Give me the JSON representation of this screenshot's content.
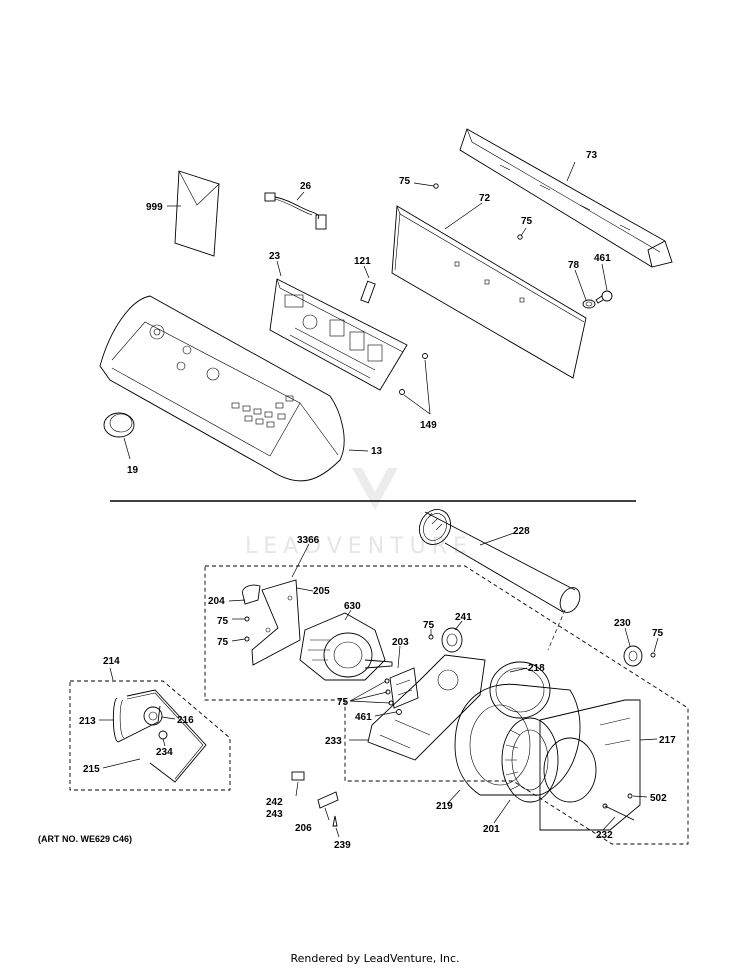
{
  "labels": {
    "p73": "73",
    "p75a": "75",
    "p72": "72",
    "p75b": "75",
    "p26": "26",
    "p999": "999",
    "p23": "23",
    "p121": "121",
    "p78": "78",
    "p461a": "461",
    "p149": "149",
    "p13": "13",
    "p19": "19",
    "p228": "228",
    "p3366": "3366",
    "p205": "205",
    "p204": "204",
    "p75c": "75",
    "p75d": "75",
    "p630": "630",
    "p75e": "75",
    "p241": "241",
    "p230": "230",
    "p75f": "75",
    "p203": "203",
    "p218": "218",
    "p75g": "75",
    "p461b": "461",
    "p214": "214",
    "p213": "213",
    "p216": "216",
    "p234": "234",
    "p215": "215",
    "p233": "233",
    "p217": "217",
    "p242": "242",
    "p243": "243",
    "p206": "206",
    "p239": "239",
    "p219": "219",
    "p201": "201",
    "p502": "502",
    "p232": "232"
  },
  "art_number": "(ART NO. WE629 C46)",
  "watermark": "LEADVENTURE",
  "footer": "Rendered by LeadVenture, Inc."
}
